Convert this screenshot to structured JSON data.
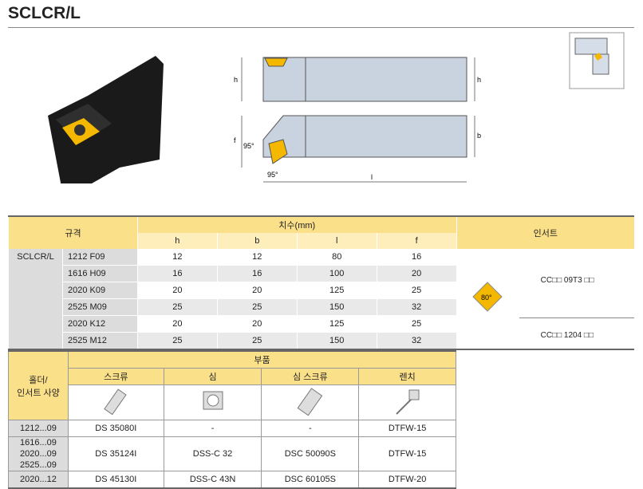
{
  "title": "SCLCR/L",
  "drawing": {
    "labels": {
      "h": "h",
      "b": "b",
      "f": "f",
      "l": "l",
      "angle1": "95°",
      "angle2": "95°"
    }
  },
  "spec_table": {
    "headers": {
      "spec": "규격",
      "dims": "치수(mm)",
      "insert": "인서트",
      "cols": [
        "h",
        "b",
        "l",
        "f"
      ]
    },
    "model": "SCLCR/L",
    "rows": [
      {
        "code": "1212 F09",
        "h": "12",
        "b": "12",
        "l": "80",
        "f": "16"
      },
      {
        "code": "1616 H09",
        "h": "16",
        "b": "16",
        "l": "100",
        "f": "20"
      },
      {
        "code": "2020 K09",
        "h": "20",
        "b": "20",
        "l": "125",
        "f": "25"
      },
      {
        "code": "2525 M09",
        "h": "25",
        "b": "25",
        "l": "150",
        "f": "32"
      },
      {
        "code": "2020 K12",
        "h": "20",
        "b": "20",
        "l": "125",
        "f": "25"
      },
      {
        "code": "2525 M12",
        "h": "25",
        "b": "25",
        "l": "150",
        "f": "32"
      }
    ],
    "insert_angle": "80°",
    "inserts": [
      "CC□□ 09T3 □□",
      "CC□□ 1204 □□"
    ]
  },
  "parts_table": {
    "headers": {
      "holder": "홀더/\n인서트 사양",
      "parts": "부품",
      "cols": [
        "스크류",
        "심",
        "심 스크류",
        "렌치"
      ]
    },
    "rows": [
      {
        "holder": "1212...09",
        "screw": "DS 35080I",
        "shim": "-",
        "shim_screw": "-",
        "wrench": "DTFW-15"
      },
      {
        "holder": "1616...09\n2020...09\n2525...09",
        "screw": "DS 35124I",
        "shim": "DSS-C 32",
        "shim_screw": "DSC 50090S",
        "wrench": "DTFW-15"
      },
      {
        "holder": "2020...12",
        "screw": "DS 45130I",
        "shim": "DSS-C 43N",
        "shim_screw": "DSC 60105S",
        "wrench": "DTFW-20"
      }
    ]
  }
}
